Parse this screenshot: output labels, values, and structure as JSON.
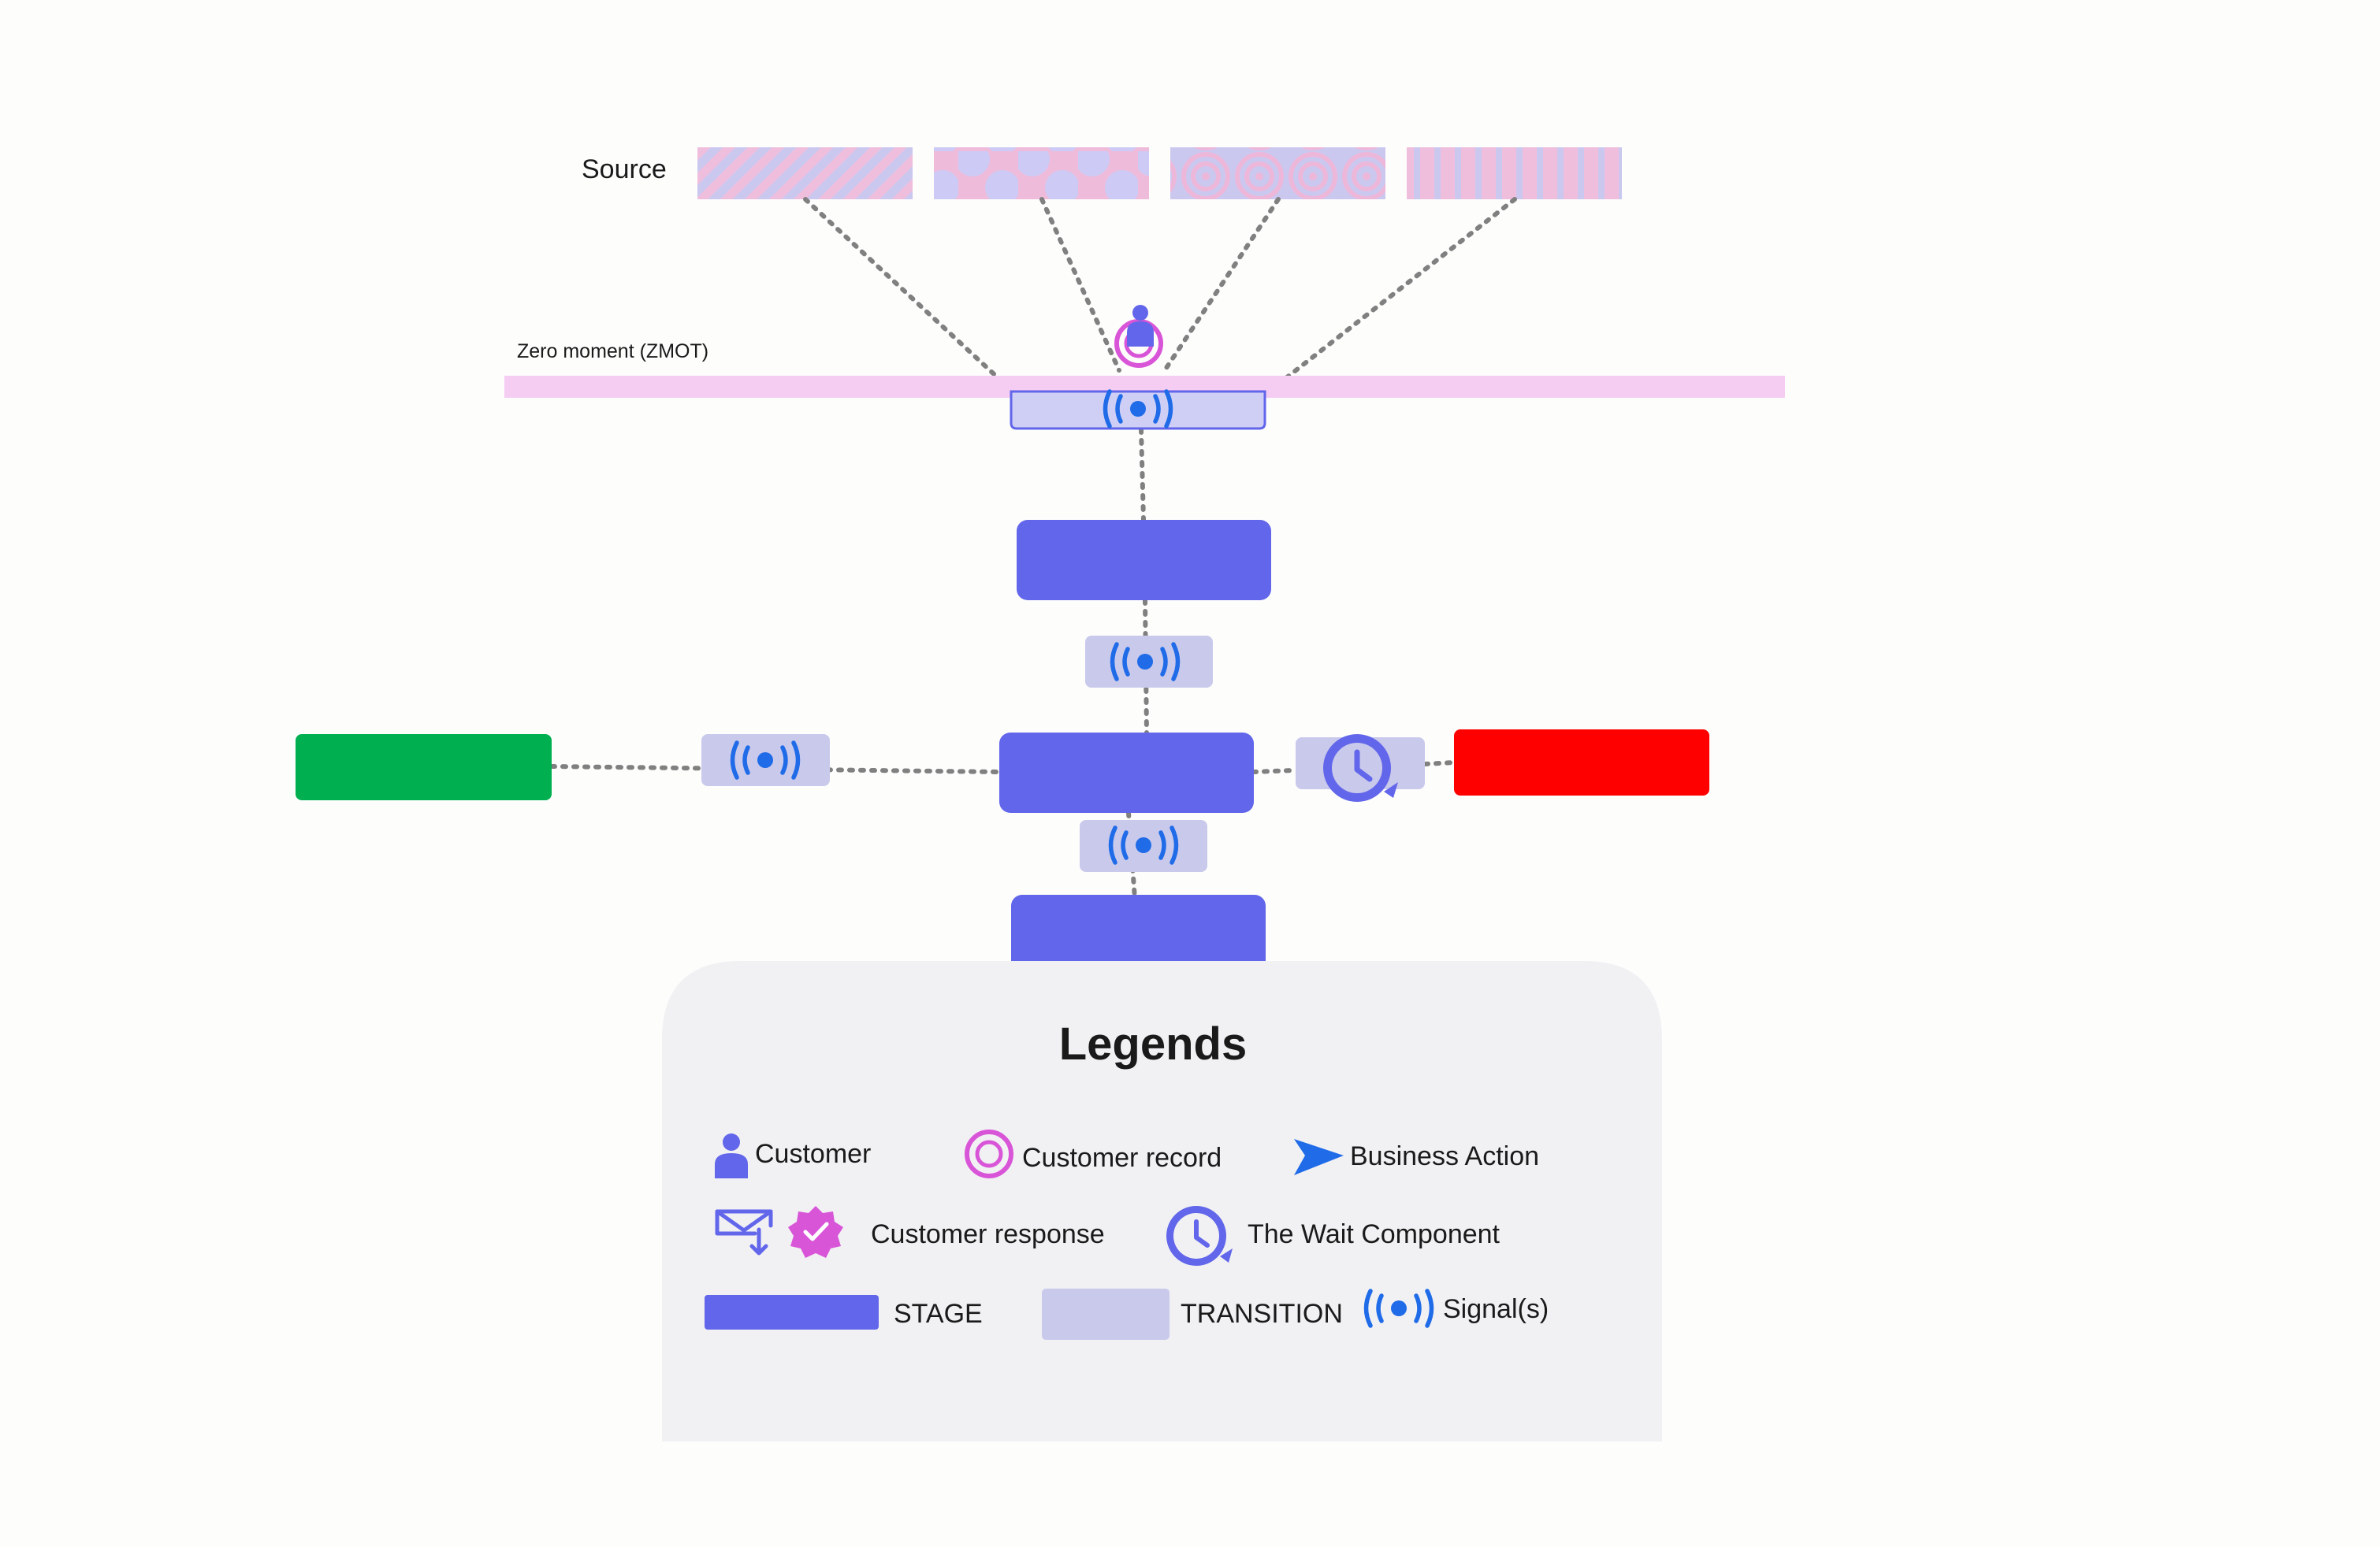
{
  "source_label": "Source",
  "zmot_label": "Zero moment (ZMOT)",
  "legend": {
    "title": "Legends",
    "customer": "Customer",
    "customer_record": "Customer record",
    "business_action": "Business Action",
    "customer_response": "Customer response",
    "wait_component": "The Wait Component",
    "stage": "STAGE",
    "transition": "TRANSITION",
    "signals": "Signal(s)"
  },
  "colors": {
    "stage": "#6266EA",
    "transition": "#C9C9EC",
    "signal": "#1F6BE8",
    "zmot_band": "#F5CCF2",
    "customer_record": "#D955D8",
    "success": "#00B050",
    "failure": "#FF0000",
    "legend_bg": "#F1F1F4",
    "connector": "#808080"
  },
  "icons": [
    "customer-icon",
    "customer-record-icon",
    "business-action-icon",
    "email-response-icon",
    "verified-badge-icon",
    "wait-clock-icon",
    "signal-icon"
  ]
}
